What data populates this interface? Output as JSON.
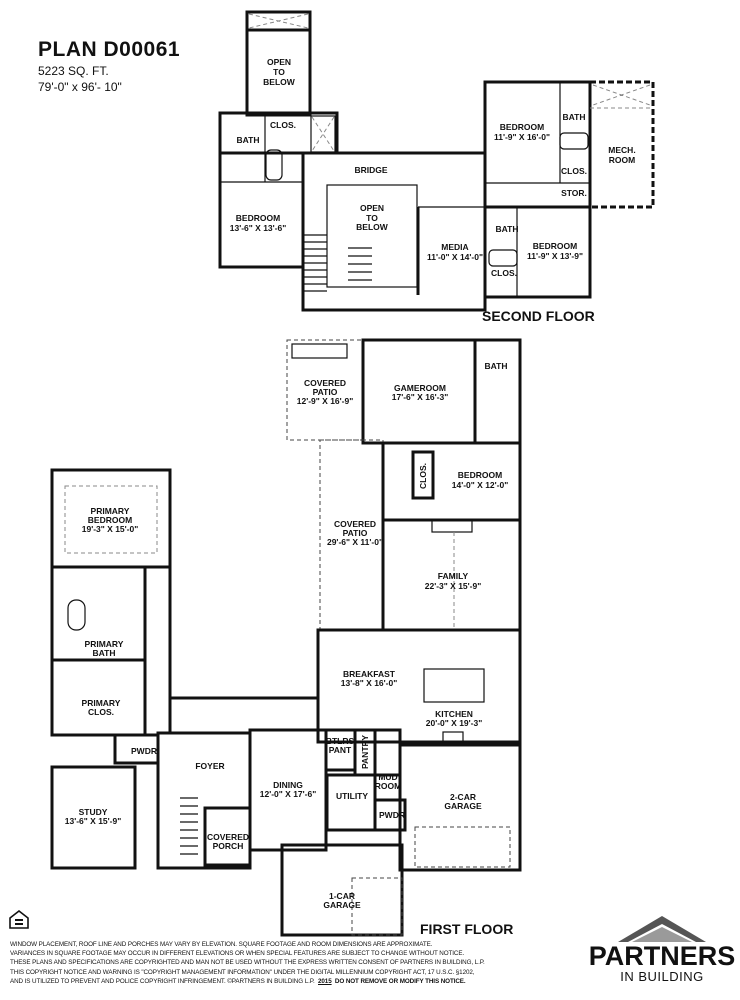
{
  "header": {
    "plan_title": "PLAN D00061",
    "square_feet": "5223 SQ. FT.",
    "dimensions": "79'-0\" x 96'- 10\""
  },
  "second_floor": {
    "label": "SECOND FLOOR",
    "rooms": {
      "open_below_top": [
        "OPEN",
        "TO",
        "BELOW"
      ],
      "bath_left": "BATH",
      "clos_left": "CLOS.",
      "bedroom_left": {
        "name": "BEDROOM",
        "size": "13'-6\" X 13'-6\""
      },
      "bridge": "BRIDGE",
      "open_below_center": [
        "OPEN",
        "TO",
        "BELOW"
      ],
      "media": {
        "name": "MEDIA",
        "size": "11'-0\" X 14'-0\""
      },
      "bedroom_upper_right": {
        "name": "BEDROOM",
        "size": "11'-9\" X 16'-0\""
      },
      "bath_upper_right": "BATH",
      "clos_upper_right": "CLOS.",
      "mech_room": [
        "MECH.",
        "ROOM"
      ],
      "storage": "STOR.",
      "bath_lower_right": "BATH",
      "clos_lower_right": "CLOS.",
      "bedroom_lower_right": {
        "name": "BEDROOM",
        "size": "11'-9\" X 13'-9\""
      }
    }
  },
  "first_floor": {
    "label": "FIRST FLOOR",
    "rooms": {
      "covered_patio_small": {
        "name": [
          "COVERED",
          "PATIO"
        ],
        "size": "12'-9\" X 16'-9\""
      },
      "gameroom": {
        "name": "GAMEROOM",
        "size": "17'-6\" X 16'-3\""
      },
      "bath": "BATH",
      "clos": "CLOS.",
      "bedroom": {
        "name": "BEDROOM",
        "size": "14'-0\" X 12'-0\""
      },
      "covered_patio_large": {
        "name": [
          "COVERED",
          "PATIO"
        ],
        "size": "29'-6\" X 11'-0\""
      },
      "family": {
        "name": "FAMILY",
        "size": "22'-3\" X 15'-9\""
      },
      "primary_bedroom": {
        "name": [
          "PRIMARY",
          "BEDROOM"
        ],
        "size": "19'-3\" X 15'-0\""
      },
      "primary_bath": [
        "PRIMARY",
        "BATH"
      ],
      "primary_clos": [
        "PRIMARY",
        "CLOS."
      ],
      "breakfast": {
        "name": "BREAKFAST",
        "size": "13'-8\" X 16'-0\""
      },
      "kitchen": {
        "name": "KITCHEN",
        "size": "20'-0\" X 19'-3\""
      },
      "pwdr_front": "PWDR",
      "foyer": "FOYER",
      "dining": {
        "name": "DINING",
        "size": "12'-0\" X 17'-6\""
      },
      "btlrs_pant": [
        "BTLRS",
        "PANT"
      ],
      "pantry": "PANTRY",
      "mud_room": [
        "MUD",
        "ROOM"
      ],
      "utility": "UTILITY",
      "pwdr_rear": "PWDR",
      "two_car_garage": [
        "2-CAR",
        "GARAGE"
      ],
      "study": {
        "name": "STUDY",
        "size": "13'-6\" X 15'-9\""
      },
      "covered_porch": [
        "COVERED",
        "PORCH"
      ],
      "one_car_garage": [
        "1-CAR",
        "GARAGE"
      ]
    }
  },
  "disclaimer": {
    "lines": [
      "Window placement, roof line and porches may vary by elevation.  Square footage and room dimensions are approximate.",
      "Variances in square footage may occur in different elevations or when special features are subject to change without notice.",
      "These plans and specifications are copyrighted and man not be used without the express written consent of Partners in Building, L.P.",
      "This copyright notice and warning is \"Copyright Management Information\" under the Digital Millennium Copyright Act, 17 U.S.C. §1202,",
      "and is utilized to prevent and police copyright infringement. ©Partners in Building L.P."
    ],
    "year": "2015",
    "do_not_remove": "DO NOT REMOVE OR MODIFY THIS NOTICE."
  },
  "logo": {
    "brand": "PARTNERS",
    "sub": "IN BUILDING",
    "colors": {
      "roof_dark": "#555555",
      "roof_light": "#9a9a9a"
    }
  },
  "equal_housing_icon": "equal-housing-opportunity-icon"
}
